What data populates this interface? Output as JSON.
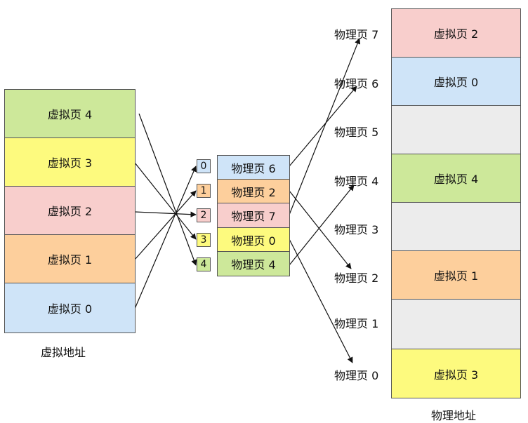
{
  "colors": {
    "green": "#cde89a",
    "yellow": "#fdfa7e",
    "pink": "#f8cecc",
    "orange": "#fdcf9c",
    "blue": "#cfe4f8",
    "gray": "#ececec"
  },
  "virtual": {
    "caption": "虚拟地址",
    "pages": [
      "虚拟页 4",
      "虚拟页 3",
      "虚拟页 2",
      "虚拟页 1",
      "虚拟页 0"
    ]
  },
  "page_table": {
    "indices": [
      "0",
      "1",
      "2",
      "3",
      "4"
    ],
    "entries": [
      "物理页 6",
      "物理页 2",
      "物理页 7",
      "物理页 0",
      "物理页 4"
    ]
  },
  "physical": {
    "caption": "物理地址",
    "labels": [
      "物理页 7",
      "物理页 6",
      "物理页 5",
      "物理页 4",
      "物理页 3",
      "物理页 2",
      "物理页 1",
      "物理页 0"
    ],
    "contents": [
      "虚拟页 2",
      "虚拟页 0",
      "",
      "虚拟页 4",
      "",
      "虚拟页 1",
      "",
      "虚拟页 3"
    ]
  }
}
